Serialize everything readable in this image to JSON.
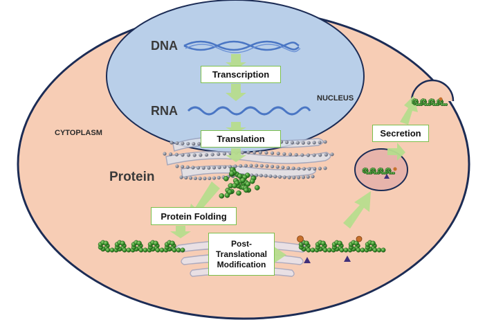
{
  "labels": {
    "dna": "DNA",
    "rna": "RNA",
    "protein": "Protein",
    "nucleus": "NUCLEUS",
    "cytoplasm": "CYTOPLASM"
  },
  "steps": {
    "transcription": "Transcription",
    "translation": "Translation",
    "protein_folding": "Protein Folding",
    "ptm_line1": "Post-",
    "ptm_line2": "Translational",
    "ptm_line3": "Modification",
    "secretion": "Secretion"
  },
  "colors": {
    "cell_fill": "#f7cdb5",
    "nucleus_fill": "#b9cfe9",
    "helix": "#4a76c4",
    "arrow": "#b7dd8e",
    "box_border": "#7bbf4a",
    "protein": "#3a8f2e",
    "vesicle": "#e7b4ab"
  }
}
